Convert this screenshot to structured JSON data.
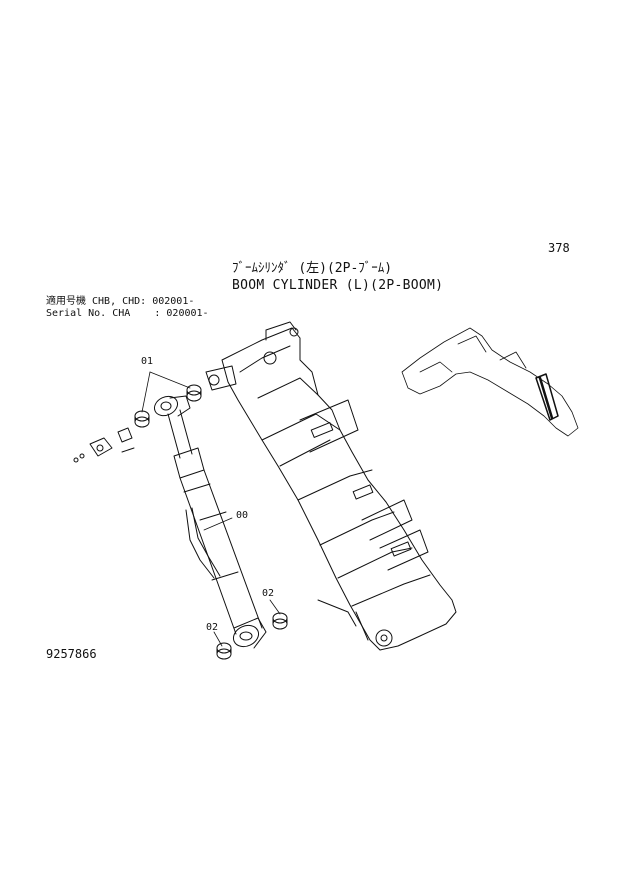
{
  "page_number": "378",
  "title_jp": "ﾌﾞｰﾑｼﾘﾝﾀﾞ (左)(2P-ﾌﾞｰﾑ)",
  "title_en": "BOOM CYLINDER (L)(2P-BOOM)",
  "applicability": {
    "line1": "適用号機 CHB, CHD: 002001-",
    "line2": "Serial No. CHA    : 020001-"
  },
  "callouts": {
    "part_01": "01",
    "part_00": "00",
    "part_02_upper": "02",
    "part_02_lower": "02"
  },
  "drawing_number": "9257866"
}
